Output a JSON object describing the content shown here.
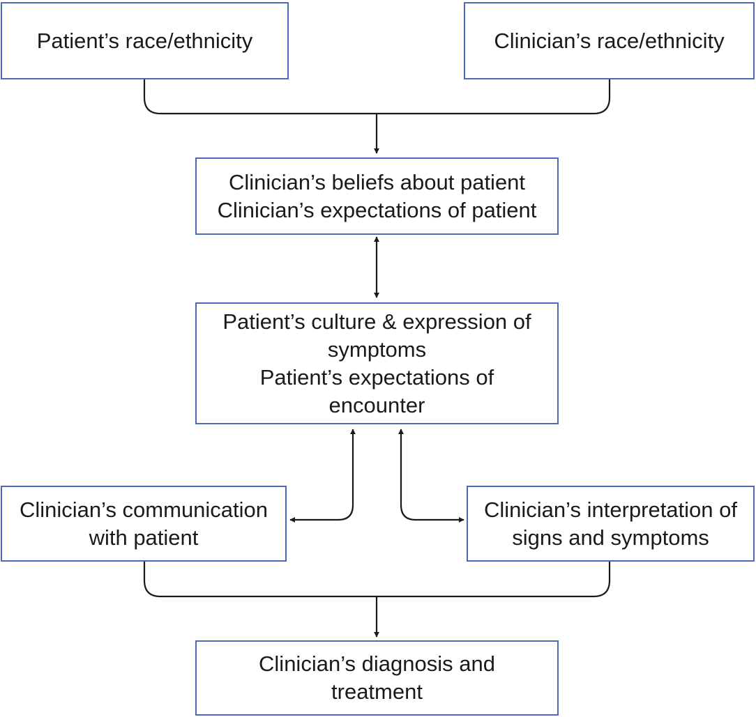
{
  "colors": {
    "box_border": "#4a68b8",
    "arrow": "#1a1a1a",
    "text": "#1a1a1a"
  },
  "nodes": {
    "patient_race": {
      "lines": [
        "Patient’s race/ethnicity"
      ]
    },
    "clinician_race": {
      "lines": [
        "Clinician’s race/ethnicity"
      ]
    },
    "clinician_beliefs": {
      "lines": [
        "Clinician’s beliefs about patient",
        "Clinician’s expectations of patient"
      ]
    },
    "patient_culture": {
      "lines": [
        "Patient’s culture & expression of",
        "symptoms",
        "Patient’s expectations of",
        "encounter"
      ]
    },
    "clinician_communication": {
      "lines": [
        "Clinician’s communication",
        "with patient"
      ]
    },
    "clinician_interpretation": {
      "lines": [
        "Clinician’s interpretation of",
        "signs and symptoms"
      ]
    },
    "clinician_diagnosis": {
      "lines": [
        "Clinician’s diagnosis and",
        "treatment"
      ]
    }
  },
  "edges": [
    {
      "from": [
        "patient_race",
        "clinician_race"
      ],
      "to": "clinician_beliefs",
      "direction": "forward"
    },
    {
      "from": "clinician_beliefs",
      "to": "patient_culture",
      "direction": "both"
    },
    {
      "from": "patient_culture",
      "to": "clinician_communication",
      "direction": "both"
    },
    {
      "from": "patient_culture",
      "to": "clinician_interpretation",
      "direction": "both"
    },
    {
      "from": [
        "clinician_communication",
        "clinician_interpretation"
      ],
      "to": "clinician_diagnosis",
      "direction": "forward"
    }
  ]
}
